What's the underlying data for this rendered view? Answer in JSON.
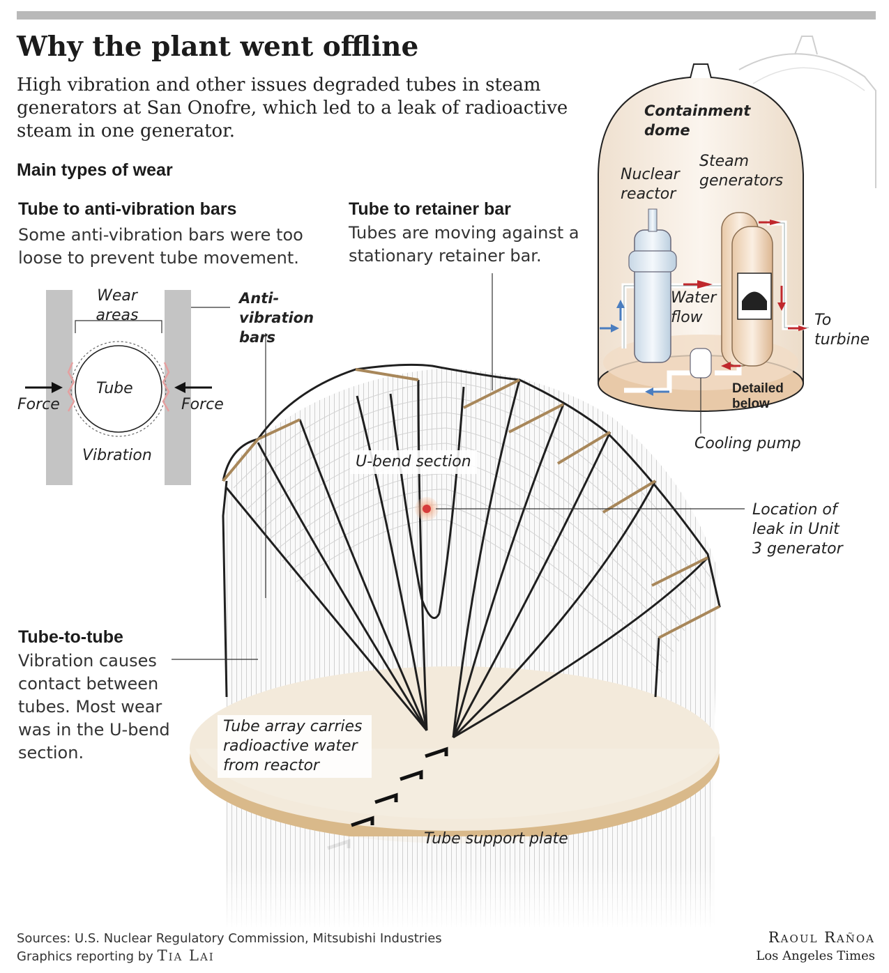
{
  "headline": "Why the plant went offline",
  "dek": "High vibration and other issues degraded tubes in steam generators at San Onofre, which led to a leak of radioactive steam in one generator.",
  "section_title": "Main types of wear",
  "wear": {
    "anti_vibration": {
      "title": "Tube to anti-vibration bars",
      "text": "Some anti-vibration bars were too loose to prevent tube movement."
    },
    "retainer": {
      "title": "Tube to retainer bar",
      "text": "Tubes are moving against a stationary retainer bar."
    },
    "tube_to_tube": {
      "title": "Tube-to-tube",
      "text": "Vibration causes contact between tubes. Most wear was in the U-bend section."
    }
  },
  "inset": {
    "wear_areas": "Wear areas",
    "tube": "Tube",
    "force_left": "Force",
    "force_right": "Force",
    "vibration": "Vibration"
  },
  "labels": {
    "anti_vibration_bars": "Anti-vibration bars",
    "u_bend": "U-bend section",
    "leak": "Location of leak in Unit 3 generator",
    "tube_array": "Tube array carries radioactive water from reactor",
    "support_plate": "Tube support plate"
  },
  "locator": {
    "containment": "Containment dome",
    "reactor": "Nuclear reactor",
    "steam_gen": "Steam generators",
    "water_flow": "Water flow",
    "turbine": "To turbine",
    "detailed": "Detailed below",
    "pump": "Cooling pump"
  },
  "sources": "Sources: U.S. Nuclear Regulatory Commission, Mitsubishi Industries",
  "reporting_prefix": "Graphics reporting by",
  "reporter": "Tia Lai",
  "artist": "Raoul Rañoa",
  "publication": "Los Angeles Times",
  "colors": {
    "tube_bar": "#c4c4c4",
    "plate": "#f3eadb",
    "plate_edge": "#d9b98a",
    "wear_mark": "#e5a0a0",
    "leak": "#d63b3b",
    "flow_hot": "#c0282d",
    "flow_cold": "#4a7dbf",
    "dome": "#f7eee4"
  }
}
